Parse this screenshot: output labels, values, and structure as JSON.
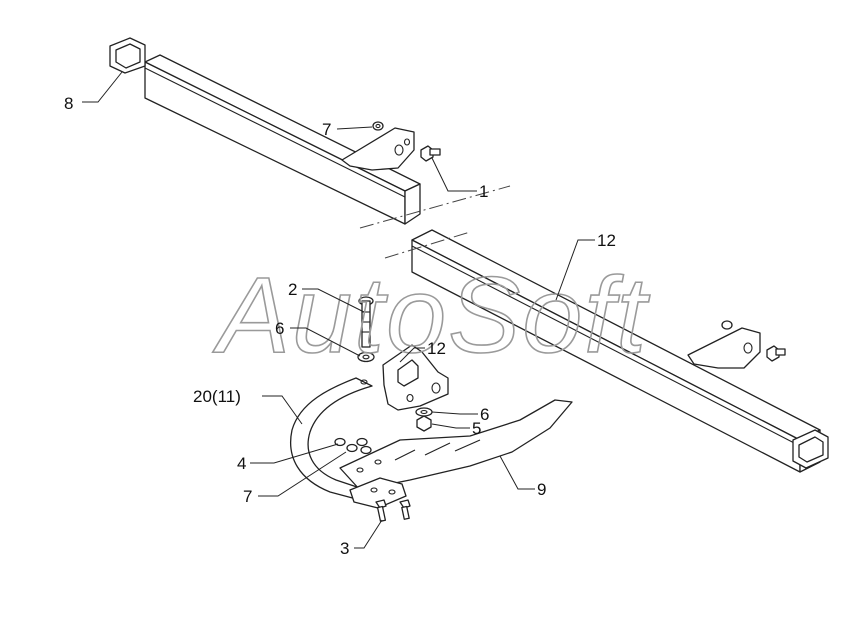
{
  "watermark": "AutoSoft",
  "labels": {
    "p1": "1",
    "p2": "2",
    "p3": "3",
    "p4": "4",
    "p5": "5",
    "p6a": "6",
    "p6b": "6",
    "p7a": "7",
    "p7b": "7",
    "p8": "8",
    "p9": "9",
    "p12a": "12",
    "p12b": "12",
    "p20": "20(11)"
  }
}
